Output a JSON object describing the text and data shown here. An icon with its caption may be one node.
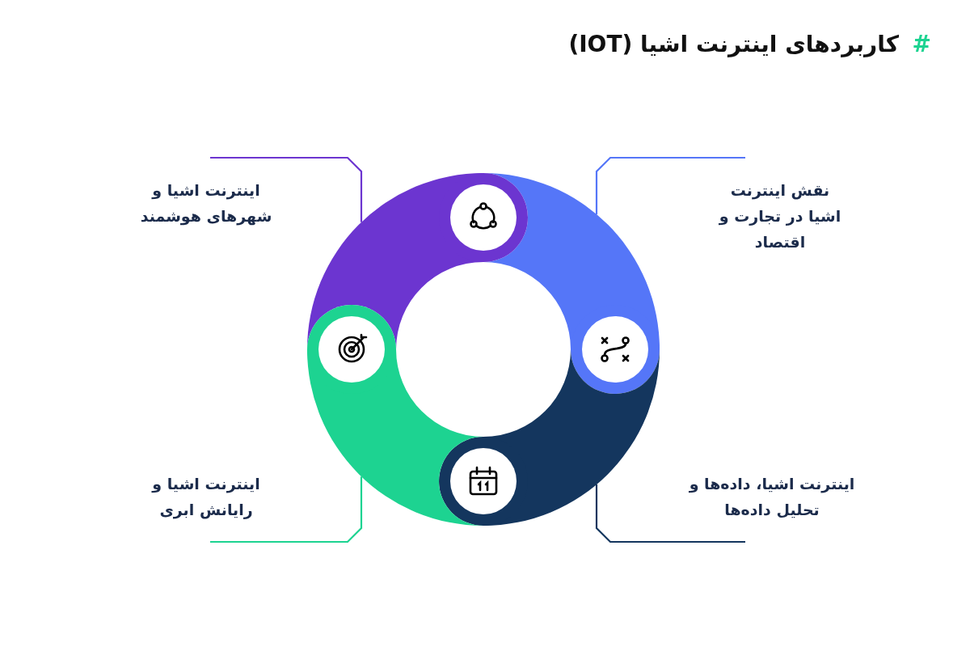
{
  "diagram": {
    "title": "کاربردهای اینترنت اشیا (IOT)",
    "nodes": [
      {
        "text": [
          "نقش اینترنت اشیا در تجارت و اقتصاد"
        ]
      },
      {
        "text": [
          "اینترنت اشیا و شهرهای هوشمند"
        ]
      },
      {
        "text": [
          "اینترنت اشیا، داده‌ها و تحلیل داده‌ها"
        ]
      },
      {
        "text": [
          "اینترنت اشیا و رایانش ابری"
        ]
      },
      {
        "text": [],
        "shape": "arc"
      },
      {
        "text": [],
        "shape": "arc"
      },
      {
        "text": [],
        "shape": "arc"
      },
      {
        "text": [],
        "shape": "arc"
      }
    ],
    "edges": [
      {
        "from": 0,
        "to": 4,
        "arrow": "none",
        "color": "#5576f8"
      },
      {
        "from": 1,
        "to": 5,
        "arrow": "none",
        "color": "#6c35d0"
      },
      {
        "from": 2,
        "to": 6,
        "arrow": "none",
        "color": "#14365e"
      },
      {
        "from": 3,
        "to": 7,
        "arrow": "none",
        "color": "#1dd391"
      }
    ],
    "labels": [
      "#"
    ]
  }
}
